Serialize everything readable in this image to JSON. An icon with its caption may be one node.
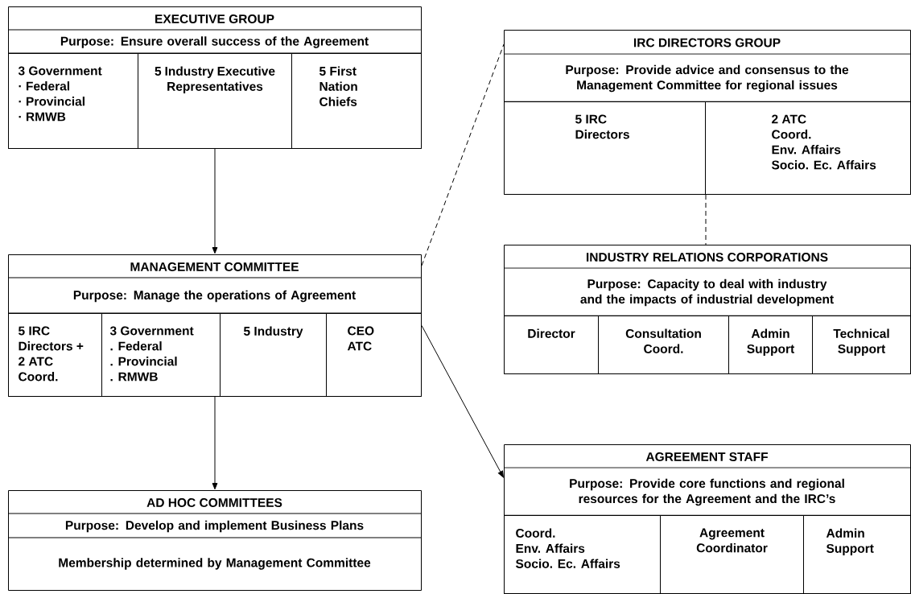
{
  "diagram": {
    "nodes": [
      {
        "text": [
          "EXECUTIVE GROUP",
          "Purpose: Ensure overall success of the Agreement"
        ]
      },
      {
        "text": [
          "3 Government",
          "· Federal",
          "· Provincial",
          "· RMWB"
        ],
        "in": 0
      },
      {
        "text": [
          "5 Industry Executive Representatives"
        ],
        "in": 0
      },
      {
        "text": [
          "5 First Nation Chiefs"
        ],
        "in": 0
      },
      {
        "text": [
          "MANAGEMENT COMMITTEE",
          "Purpose: Manage the operations of Agreement"
        ]
      },
      {
        "text": [
          "5 IRC Directors + 2 ATC Coord."
        ],
        "in": 4
      },
      {
        "text": [
          "3 Government",
          ". Federal",
          ". Provincial",
          ". RMWB"
        ],
        "in": 4
      },
      {
        "text": [
          "5 Industry"
        ],
        "in": 4
      },
      {
        "text": [
          "CEO ATC"
        ],
        "in": 4
      },
      {
        "text": [
          "AD HOC COMMITTEES",
          "Purpose: Develop and implement Business Plans",
          "Membership determined by Management Committee"
        ]
      },
      {
        "text": [
          "IRC DIRECTORS GROUP",
          "Purpose: Provide advice and consensus to the Management Committee for regional issues"
        ]
      },
      {
        "text": [
          "5 IRC Directors"
        ],
        "in": 10
      },
      {
        "text": [
          "2 ATC",
          "Coord.",
          "Env. Affairs",
          "Socio. Ec. Affairs"
        ],
        "in": 10
      },
      {
        "text": [
          "INDUSTRY RELATIONS CORPORATIONS",
          "Purpose: Capacity to deal with industry and the impacts of industrial development"
        ]
      },
      {
        "text": [
          "Director"
        ],
        "in": 13
      },
      {
        "text": [
          "Consultation Coord."
        ],
        "in": 13
      },
      {
        "text": [
          "Admin Support"
        ],
        "in": 13
      },
      {
        "text": [
          "Technical Support"
        ],
        "in": 13
      },
      {
        "text": [
          "AGREEMENT STAFF",
          "Purpose: Provide core functions and regional resources for the Agreement and the IRC’s"
        ]
      },
      {
        "text": [
          "Coord.",
          "Env. Affairs",
          "Socio. Ec. Affairs"
        ],
        "in": 18
      },
      {
        "text": [
          "Agreement Coordinator"
        ],
        "in": 18
      },
      {
        "text": [
          "Admin Support"
        ],
        "in": 18
      }
    ],
    "edges": [
      {
        "from": 0,
        "to": 4,
        "arrow": "to"
      },
      {
        "from": 4,
        "to": 9,
        "arrow": "to"
      },
      {
        "from": 4,
        "to": 10,
        "arrow": "none",
        "style": "dashed"
      },
      {
        "from": 10,
        "to": 13,
        "arrow": "none",
        "style": "dashed"
      },
      {
        "from": 4,
        "to": 18,
        "arrow": "to"
      }
    ]
  }
}
